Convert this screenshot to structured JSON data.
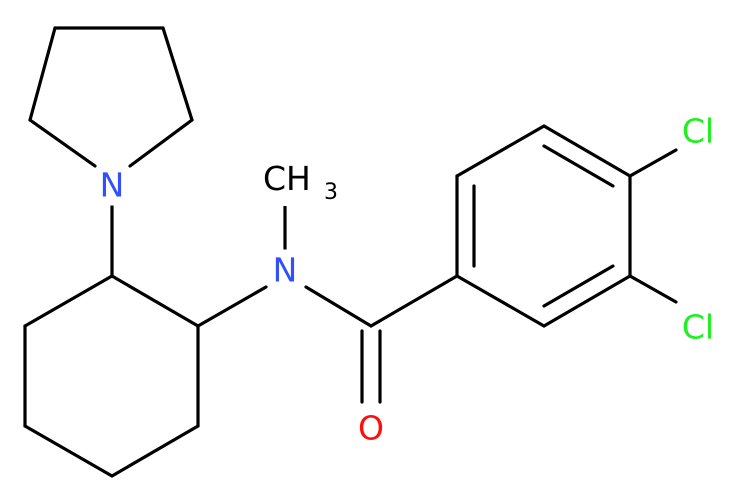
{
  "molecule": {
    "colors": {
      "bond": "#000000",
      "N": "#3050F8",
      "O": "#FF0D0D",
      "Cl": "#1FF01F",
      "C": "#000000"
    },
    "atom_labels": {
      "n_pyrrolidine": "N",
      "n_amide": "N",
      "o_carbonyl": "O",
      "cl_4": "Cl",
      "cl_3": "Cl",
      "methyl_main": "CH",
      "methyl_sub": "3"
    }
  }
}
